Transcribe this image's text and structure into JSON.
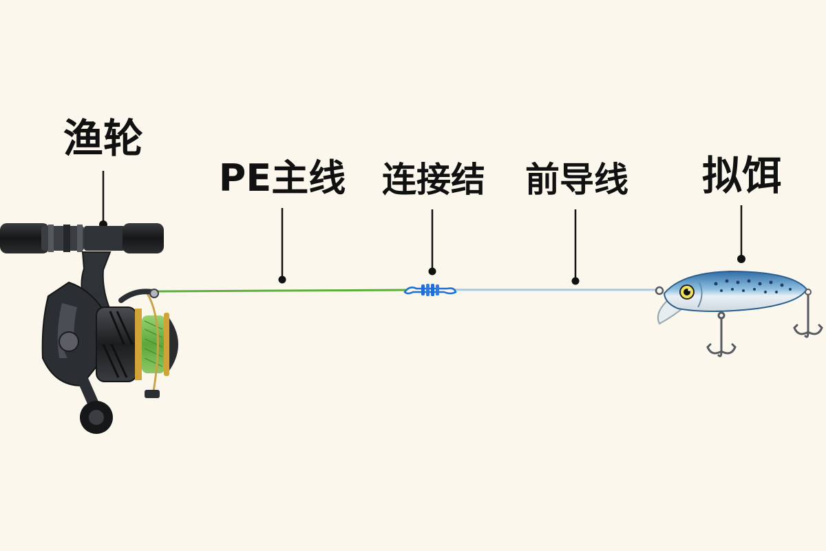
{
  "labels": {
    "reel": "渔轮",
    "pe_main_line": "PE主线",
    "connecting_knot": "连接结",
    "leader_line": "前导线",
    "lure": "拟饵"
  },
  "colors": {
    "background": "#fbf7ec",
    "label_text": "#111111",
    "pe_line": "#5cae3a",
    "leader_line": "#b9d3e8",
    "knot": "#1f6fd6",
    "reel_body": "#2f3236",
    "reel_handle": "#161718",
    "spool_line": "#6fbd4a",
    "gold_trim": "#d2a437",
    "lure_back": "#3a78b8",
    "lure_belly": "#eef3f7",
    "hook": "#555a60"
  }
}
